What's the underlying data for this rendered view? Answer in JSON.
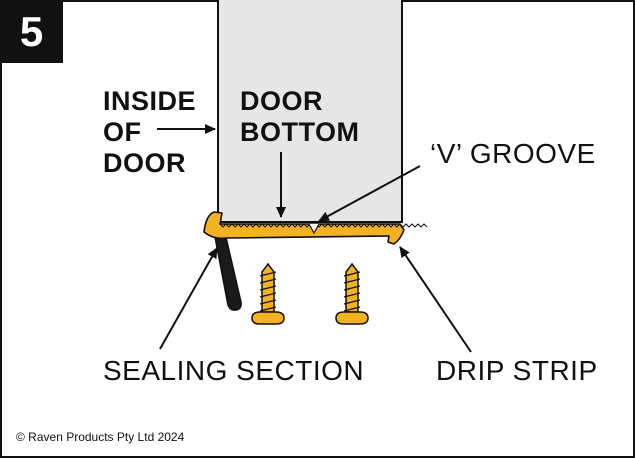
{
  "step_number": "5",
  "labels": {
    "inside_of_door": [
      "INSIDE",
      "OF",
      "DOOR"
    ],
    "door_bottom": [
      "DOOR",
      "BOTTOM"
    ],
    "v_groove": "‘V’ GROOVE",
    "sealing_section": "SEALING SECTION",
    "drip_strip": "DRIP STRIP"
  },
  "copyright": "© Raven Products Pty Ltd 2024",
  "colors": {
    "outline": "#111111",
    "door_fill": "#e6e6e6",
    "seal_fill": "#f4b223",
    "screw_fill": "#f4b223",
    "seal_insert": "#1a1a1a",
    "badge_bg": "#111111",
    "badge_text": "#ffffff"
  }
}
